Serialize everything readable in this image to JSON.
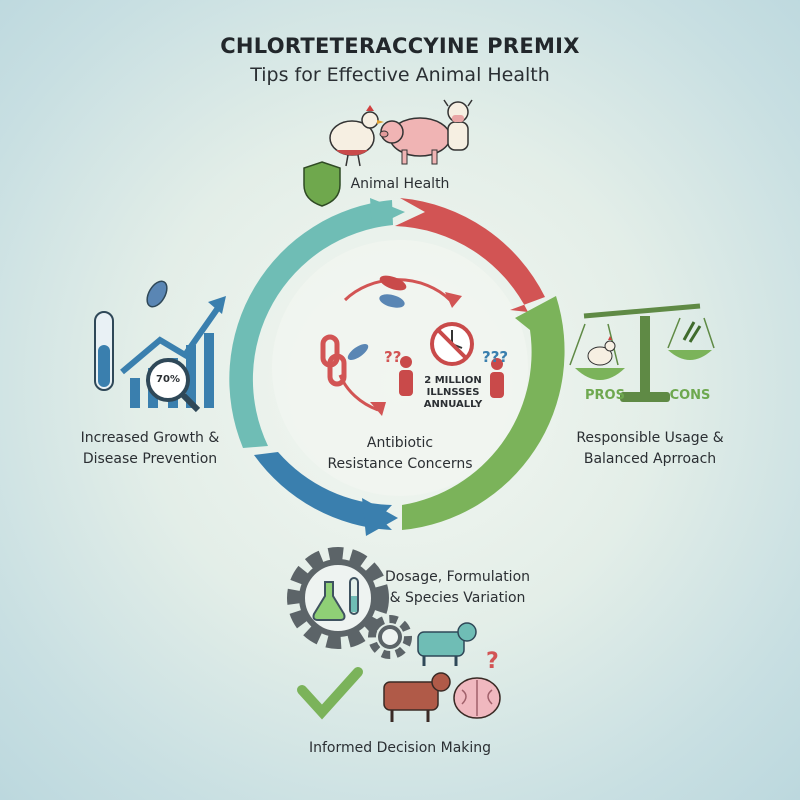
{
  "header": {
    "title": "CHLORTETERACCYINE PREMIX",
    "subtitle": "Tips for Effective Animal Health"
  },
  "sections": {
    "top": {
      "label": "Animal Health"
    },
    "left": {
      "line1": "Increased Growth &",
      "line2": "Disease Prevention",
      "chart_value": "70%"
    },
    "right": {
      "line1": "Responsible Usage &",
      "line2": "Balanced Aprroach",
      "pros": "PROS",
      "cons": "CONS"
    },
    "center": {
      "line1": "Antibiotic",
      "line2": "Resistance Concerns",
      "stat_line1": "2 MILLION",
      "stat_line2": "ILLNSSES",
      "stat_line3": "ANNUALLY",
      "question_marks": "???"
    },
    "bottom": {
      "line1": "Dosage, Formulation",
      "line2": "& Species Variation",
      "decision": "Informed Decision Making"
    }
  },
  "colors": {
    "teal": "#6fbdb5",
    "red": "#d25454",
    "green": "#7bb35a",
    "blue": "#3a7fae"
  },
  "icons": [
    "shield-icon",
    "chicken-icon",
    "pig-icon",
    "bacteria-icon",
    "test-tube-icon",
    "growth-chart-icon",
    "magnifier-icon",
    "scale-icon",
    "broken-chain-icon",
    "clock-icon",
    "person-icon",
    "gear-icon",
    "flask-icon",
    "cow-icon",
    "checkmark-icon",
    "brain-icon",
    "question-icon"
  ]
}
